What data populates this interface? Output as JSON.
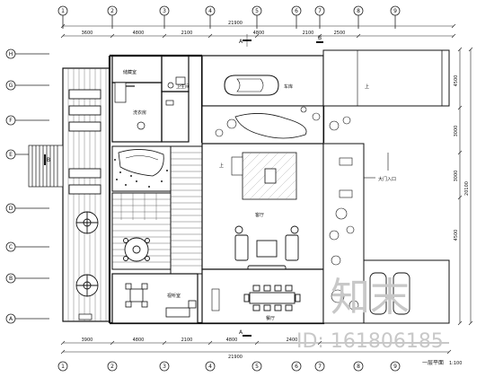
{
  "grid": {
    "top": [
      "1",
      "2",
      "3",
      "4",
      "5",
      "6",
      "7",
      "8",
      "9"
    ],
    "bottom": [
      "1",
      "2",
      "3",
      "4",
      "5",
      "6",
      "7",
      "8",
      "9"
    ],
    "left": [
      "H",
      "G",
      "F",
      "E",
      "D",
      "C",
      "B",
      "A"
    ]
  },
  "dims": {
    "top_total": "21900",
    "top_segments": [
      "3600",
      "4800",
      "2100",
      "4800",
      "2100",
      "2500"
    ],
    "bottom_segments": [
      "3900",
      "4800",
      "2100",
      "4800",
      "2400"
    ],
    "bottom_total": "21900",
    "right_segments": [
      "4500",
      "3000",
      "3000",
      "4500"
    ],
    "right_total": "20100"
  },
  "rooms": {
    "storage": "储藏室",
    "bath": "卫生间",
    "wash": "洗衣房",
    "garage": "车库",
    "entrance": "大门入口",
    "living": "客厅",
    "dining": "餐厅",
    "study": "视听室",
    "up_label": "上"
  },
  "section": {
    "top_left": "A",
    "bottom_left": "A",
    "top_right": "B",
    "side_left": "B"
  },
  "footer": {
    "title": "一层平面",
    "scale": "1:100"
  },
  "watermark": {
    "brand": "知末",
    "id": "ID: 161806185"
  }
}
